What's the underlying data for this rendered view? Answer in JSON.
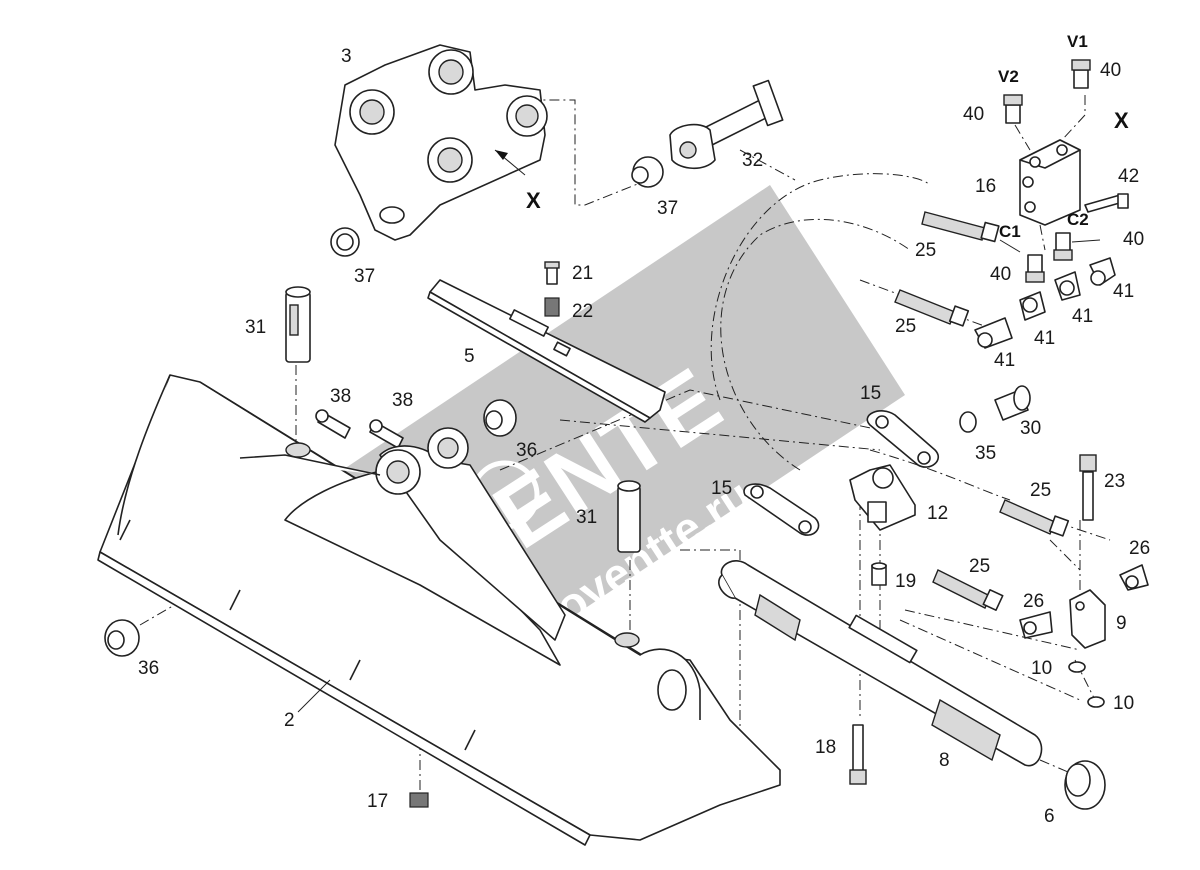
{
  "diagram": {
    "labels": {
      "l3": "3",
      "l37a": "37",
      "l37b": "37",
      "l32": "32",
      "lXa": "X",
      "lV1": "V1",
      "lV2": "V2",
      "l40a": "40",
      "l40b": "40",
      "lXb": "X",
      "l16": "16",
      "l42": "42",
      "lC1": "C1",
      "lC2": "C2",
      "l40c": "40",
      "l25a": "25",
      "l40d": "40",
      "l41a": "41",
      "l41b": "41",
      "l25b": "25",
      "l41c": "41",
      "l41d": "41",
      "l21": "21",
      "l22": "22",
      "l5": "5",
      "l31a": "31",
      "l38a": "38",
      "l38b": "38",
      "l36a": "36",
      "l15a": "15",
      "l30": "30",
      "l35": "35",
      "l15b": "15",
      "l12": "12",
      "l25c": "25",
      "l23": "23",
      "l31b": "31",
      "l26a": "26",
      "l25d": "25",
      "l19": "19",
      "l26b": "26",
      "l9": "9",
      "l10a": "10",
      "l10b": "10",
      "l36b": "36",
      "l2": "2",
      "l18": "18",
      "l8": "8",
      "l17": "17",
      "l6": "6"
    },
    "watermark": {
      "brand": "VENTE",
      "url": "hoventte.ru"
    }
  }
}
